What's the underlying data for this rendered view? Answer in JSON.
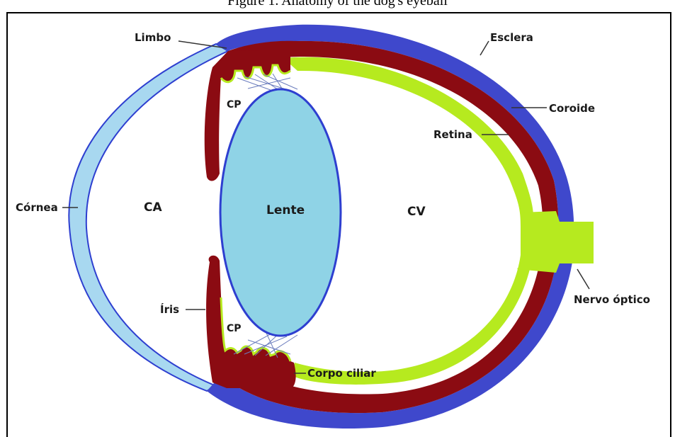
{
  "caption": "Figure 1. Anatomy of the dog's eyeball",
  "labels": {
    "limbo": "Limbo",
    "esclera": "Esclera",
    "coroide": "Coroide",
    "retina": "Retina",
    "cornea": "Córnea",
    "ca": "CA",
    "lente": "Lente",
    "cv": "CV",
    "cp_top": "CP",
    "cp_bottom": "CP",
    "iris": "Íris",
    "corpo_ciliar": "Corpo ciliar",
    "nervo_optico": "Nervo óptico"
  },
  "colors": {
    "sclera": "#3f48cc",
    "choroid": "#8b0b12",
    "retina": "#b6ea1f",
    "cornea": "#a8d8f0",
    "lens": "#8fd3e6",
    "outline": "#2e3fd0"
  }
}
